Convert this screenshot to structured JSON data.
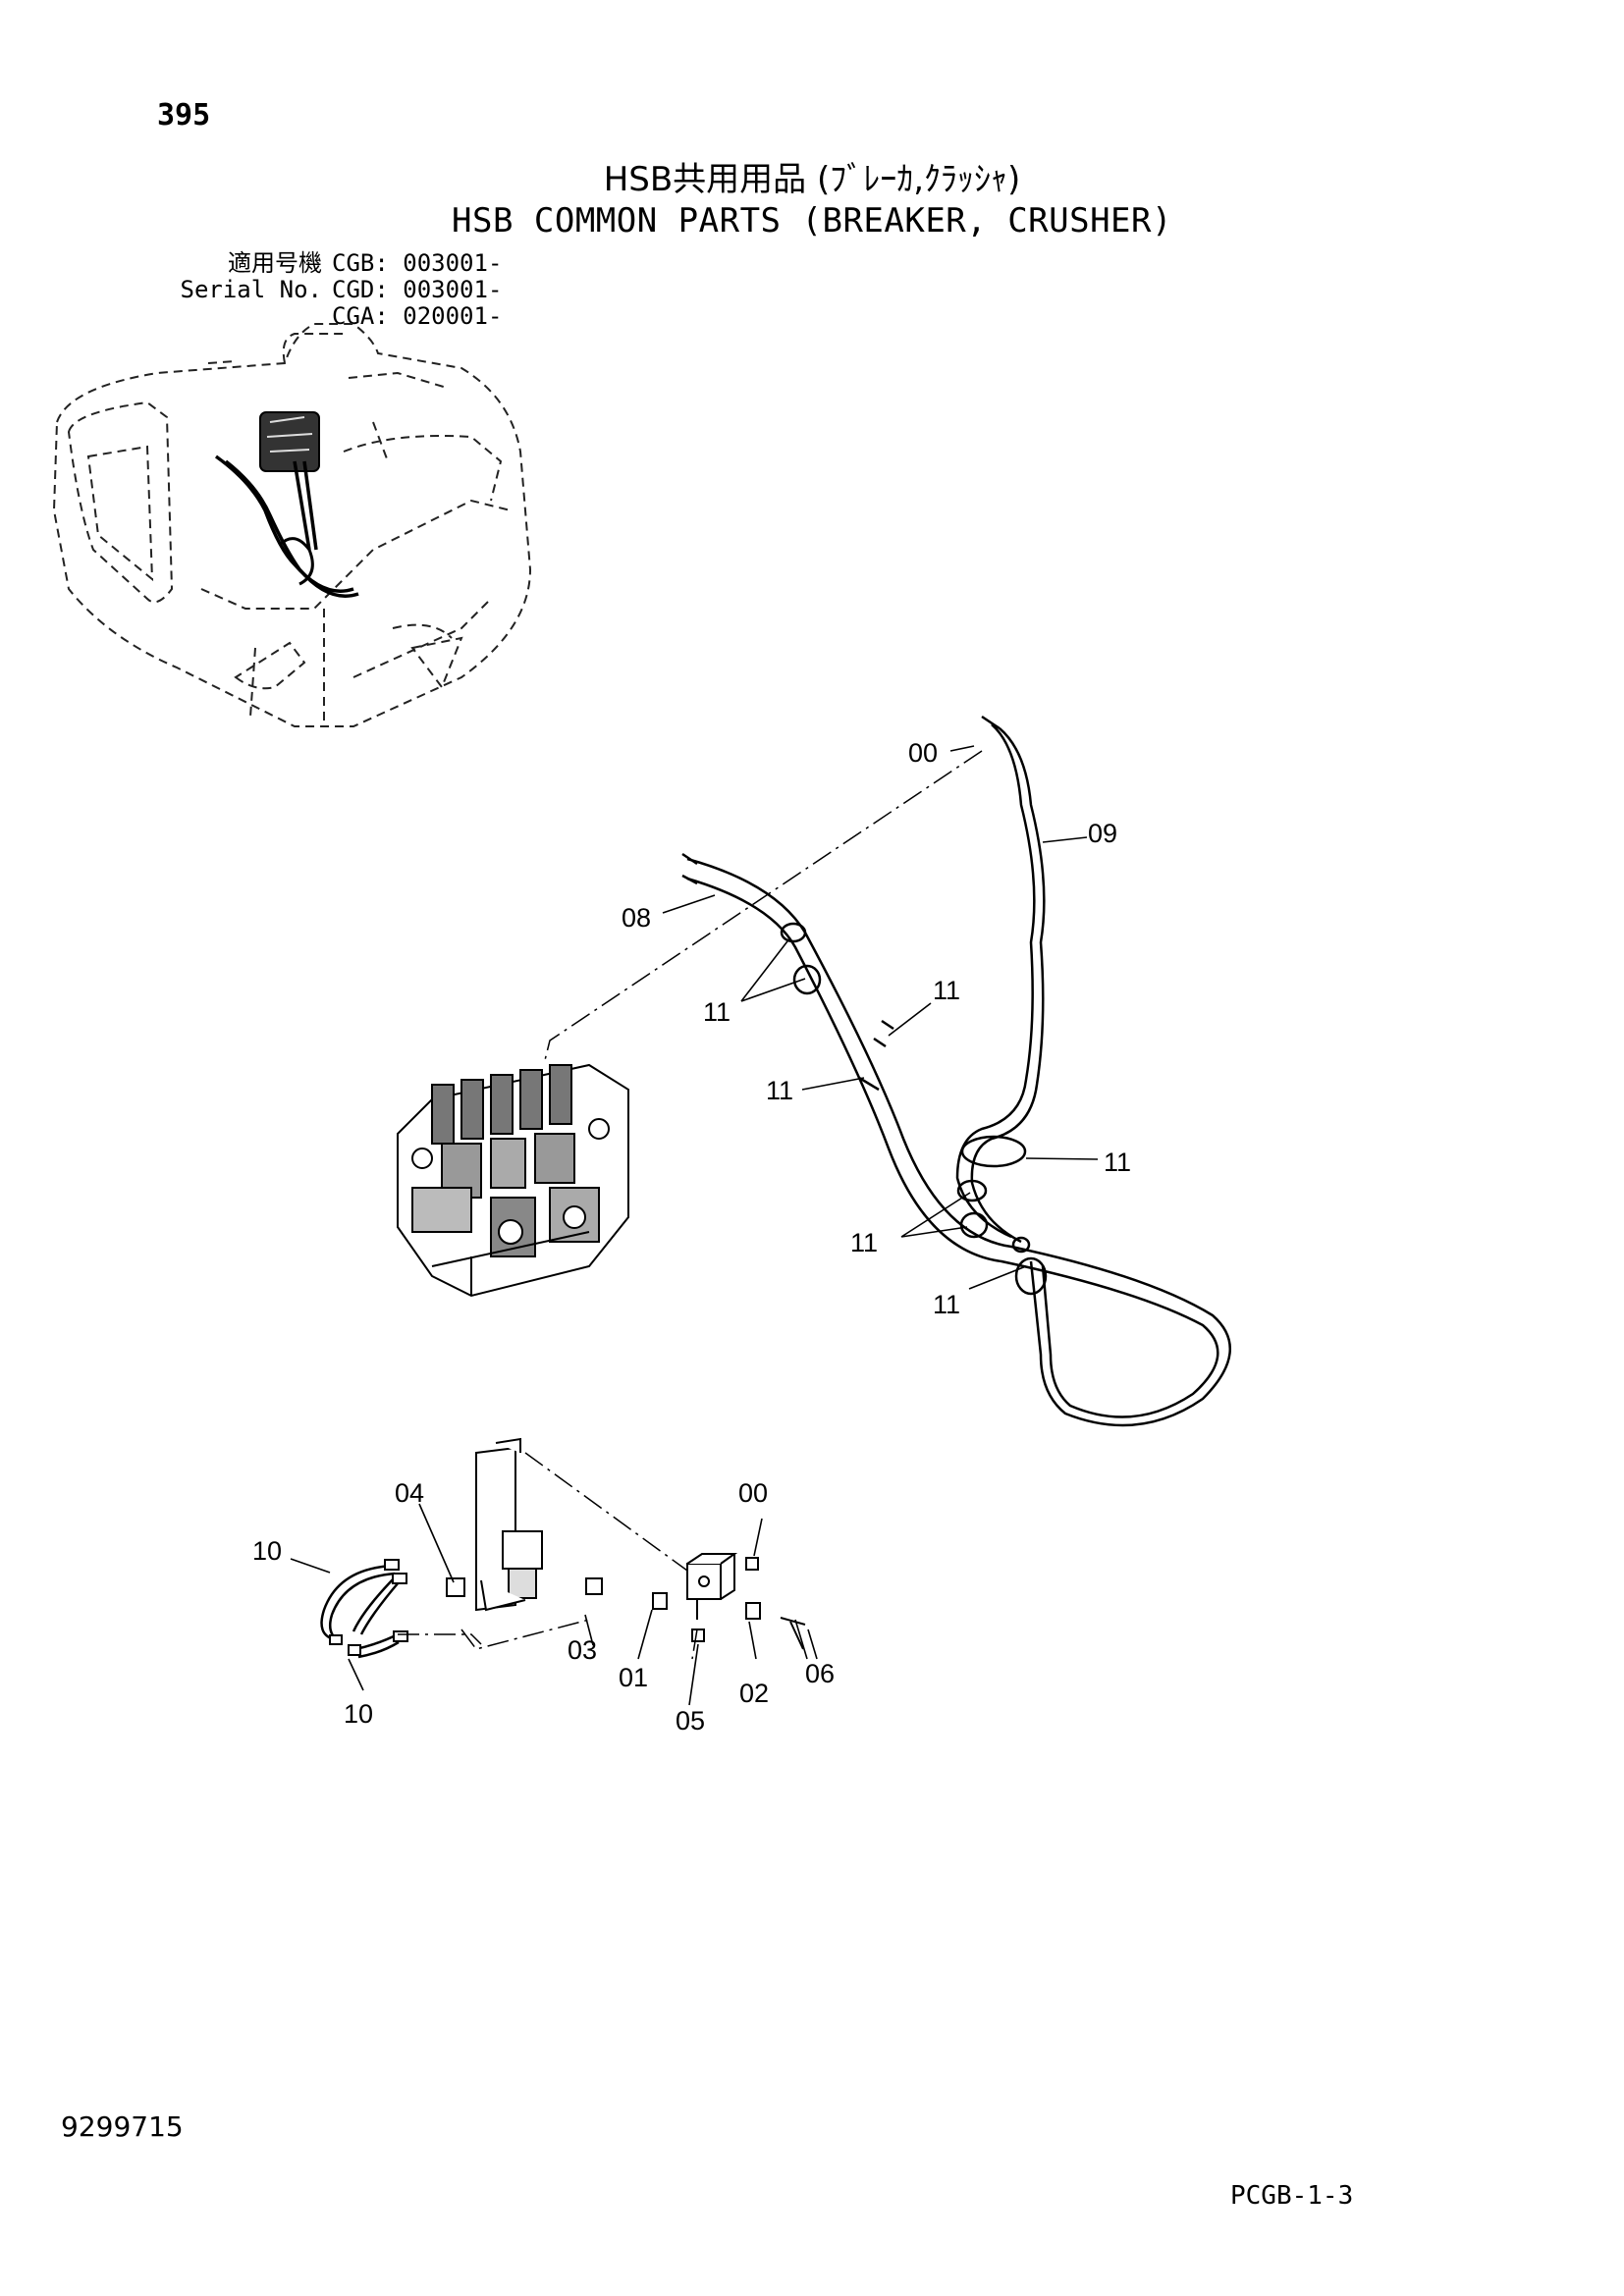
{
  "header": {
    "page_number": "395",
    "title_ja": "HSB共用用品 (ﾌﾞﾚｰｶ,ｸﾗｯｼｬ)",
    "title_en": "HSB COMMON PARTS (BREAKER, CRUSHER)"
  },
  "serial": {
    "label_ja": "適用号機",
    "label_en": "Serial No.",
    "entries": [
      "CGB: 003001-",
      "CGD: 003001-",
      "CGA: 020001-"
    ]
  },
  "callouts": {
    "c00a": "00",
    "c09": "09",
    "c08": "08",
    "c11a": "11",
    "c11b": "11",
    "c11c": "11",
    "c11d": "11",
    "c11e": "11",
    "c11f": "11",
    "c04": "04",
    "c00b": "00",
    "c10a": "10",
    "c10b": "10",
    "c03": "03",
    "c01": "01",
    "c02": "02",
    "c05": "05",
    "c06": "06"
  },
  "footer": {
    "doc_number": "9299715",
    "page_code": "PCGB-1-3"
  }
}
